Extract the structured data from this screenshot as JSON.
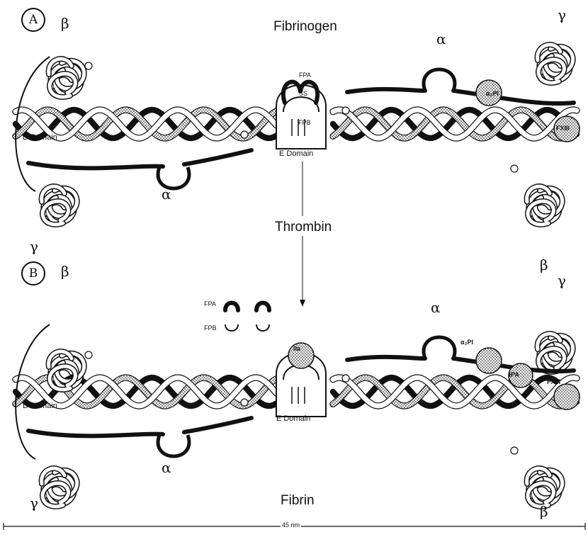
{
  "panel_a": {
    "marker": "A",
    "title": "Fibrinogen",
    "d_domain": "D Domain",
    "e_domain": "E Domain",
    "fpa": "FPA",
    "fpb": "FPB",
    "ss": "SS",
    "alpha2pi": "α₂PI",
    "fxiii": "FXIII",
    "greek": {
      "beta": "β",
      "gamma": "γ",
      "alpha": "α"
    }
  },
  "thrombin": "Thrombin",
  "panel_b": {
    "marker": "B",
    "title": "Fibrin",
    "d_domain": "D Domain",
    "e_domain": "E Domain",
    "fpa": "FPA",
    "fpb": "FPB",
    "thrombin_site": "IIa",
    "alpha2pi": "α₂PI",
    "tpa": "tPA",
    "fxiii": "FXIII",
    "greek": {
      "beta": "β",
      "gamma": "γ",
      "alpha": "α"
    }
  },
  "scale": "45 nm"
}
